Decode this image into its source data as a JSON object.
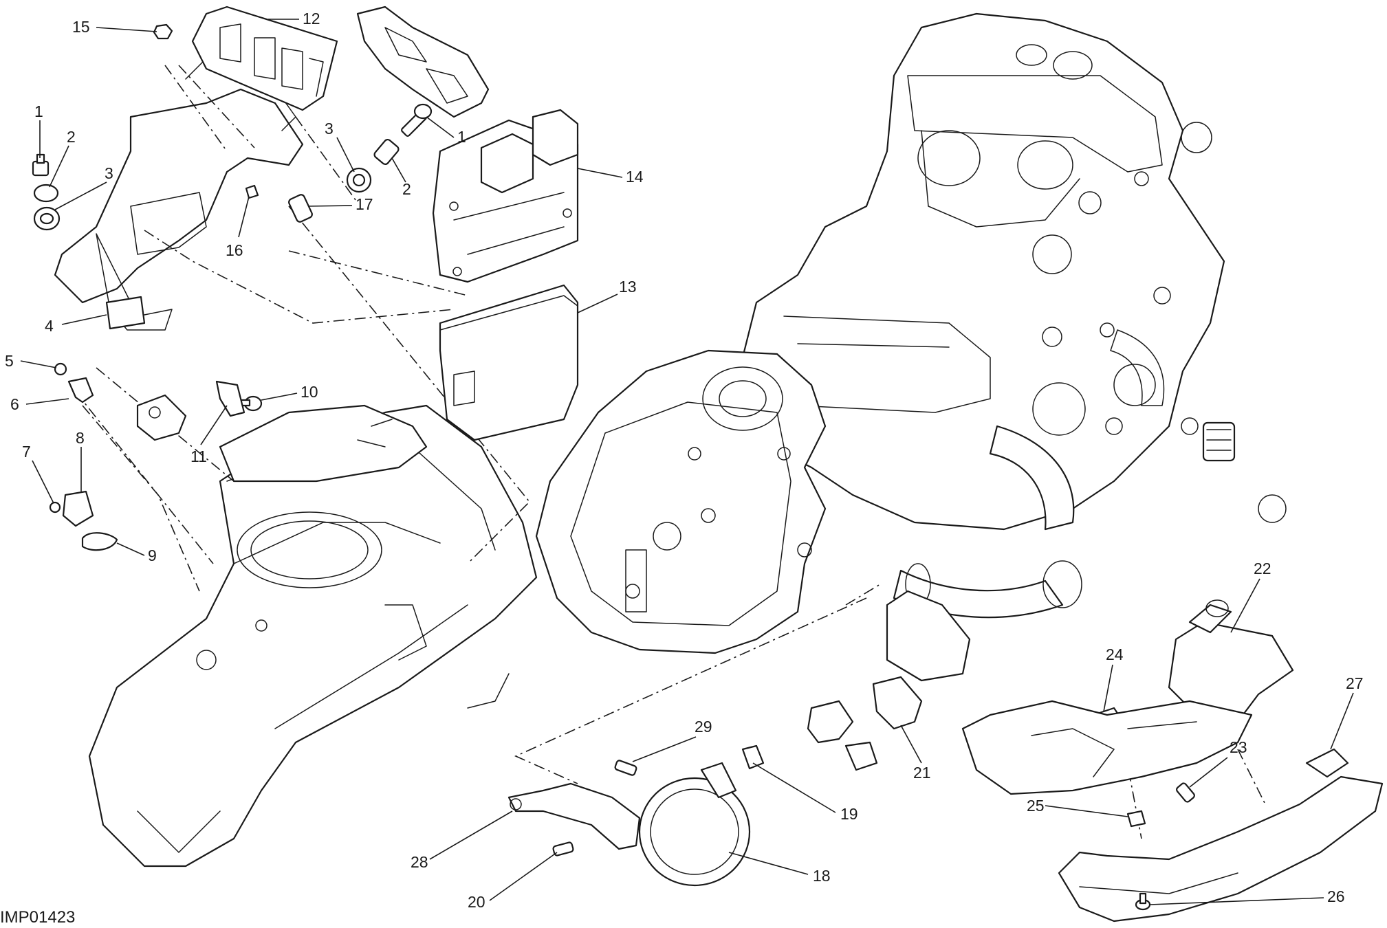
{
  "figure_code": "IMP01423",
  "callouts": {
    "c15": "15",
    "c12": "12",
    "c1a": "1",
    "c2a": "2",
    "c3a": "3",
    "c3b": "3",
    "c1b": "1",
    "c2b": "2",
    "c14": "14",
    "c16": "16",
    "c17": "17",
    "c13": "13",
    "c4": "4",
    "c5": "5",
    "c10": "10",
    "c6": "6",
    "c11": "11",
    "c7": "7",
    "c8": "8",
    "c9": "9",
    "c22": "22",
    "c24": "24",
    "c27": "27",
    "c29": "29",
    "c21": "21",
    "c23": "23",
    "c19": "19",
    "c25": "25",
    "c28": "28",
    "c18": "18",
    "c20": "20",
    "c26": "26"
  }
}
